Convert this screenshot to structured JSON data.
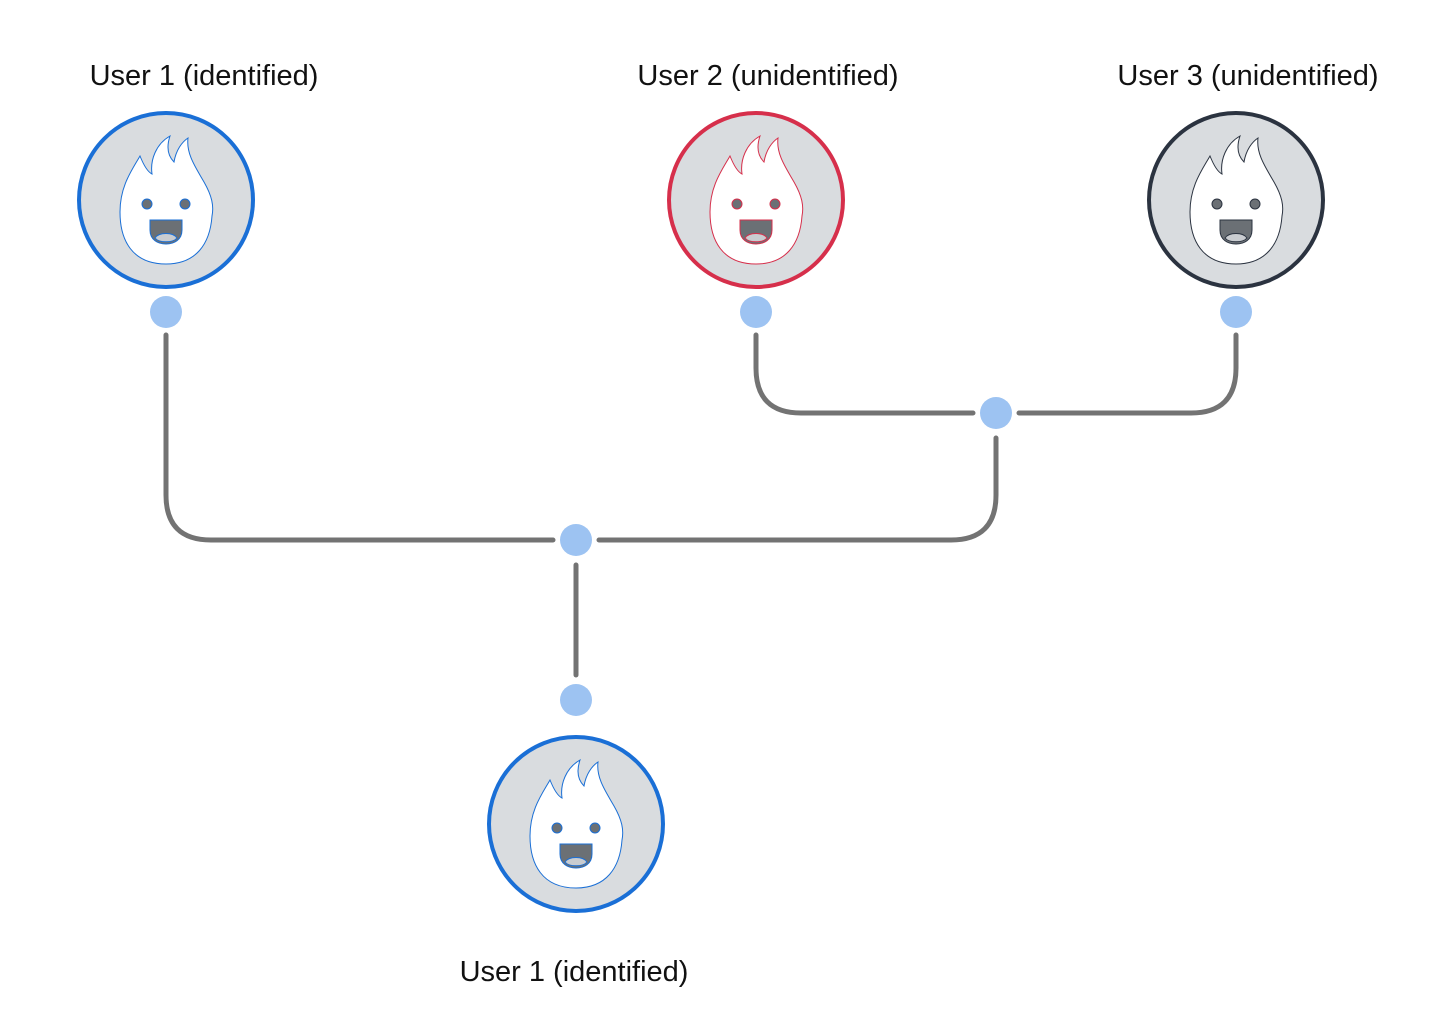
{
  "colors": {
    "identified_ring": "#1a6fd6",
    "unidentified_ring_user2": "#d62f4b",
    "unidentified_ring_user3": "#2b3340",
    "connector": "#737373",
    "connector_dot": "#9dc3f2",
    "avatar_fill": "#d9dcdf"
  },
  "users": {
    "user1_top": {
      "label": "User 1 (identified)",
      "icon": "flame-mascot-icon",
      "status": "identified"
    },
    "user2_top": {
      "label": "User 2 (unidentified)",
      "icon": "flame-mascot-icon",
      "status": "unidentified"
    },
    "user3_top": {
      "label": "User 3 (unidentified)",
      "icon": "flame-mascot-icon",
      "status": "unidentified"
    },
    "user1_merged": {
      "label": "User 1 (identified)",
      "icon": "flame-mascot-icon",
      "status": "identified"
    }
  }
}
